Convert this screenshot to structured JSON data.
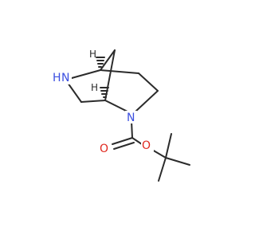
{
  "molecule": {
    "atoms": {
      "n_ring_amine": "N",
      "h_ring_amine": "H",
      "n_carbamate": "N",
      "o_carbonyl": "O",
      "o_ester": "O",
      "h_stereo_top": "H",
      "h_stereo_mid": "H"
    },
    "colors": {
      "nitrogen": "#3b4fe0",
      "oxygen": "#e0281e",
      "bond": "#2b2b2b",
      "stereo_hash": "#2b2b2b"
    }
  }
}
